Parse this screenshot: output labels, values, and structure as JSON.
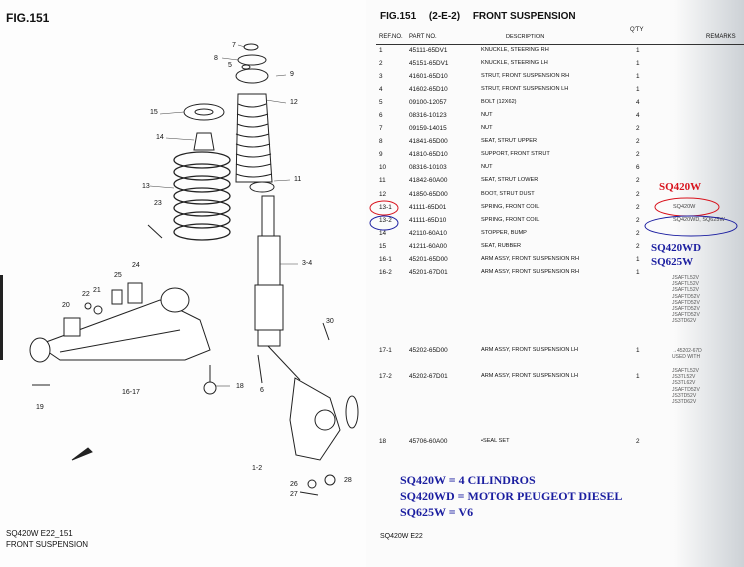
{
  "left_page": {
    "fig_title": "FIG.151",
    "footer_line1": "SQ420W E22_151",
    "footer_line2": "FRONT SUSPENSION",
    "callouts": [
      "7",
      "8",
      "9",
      "5",
      "12",
      "15",
      "14",
      "11",
      "13",
      "23",
      "3-4",
      "24",
      "25",
      "22",
      "21",
      "20",
      "30",
      "16-17",
      "18",
      "6",
      "19",
      "1-2",
      "26",
      "27",
      "28"
    ]
  },
  "right_page": {
    "header": {
      "fig": "FIG.151",
      "code": "(2-E-2)",
      "title": "FRONT SUSPENSION"
    },
    "columns": {
      "ref": "REF.NO.",
      "part": "PART NO.",
      "desc": "DESCRIPTION",
      "qty": "Q'TY",
      "remarks": "REMARKS"
    },
    "rows": [
      {
        "ref": "1",
        "part": "45111-65DV1",
        "desc": "KNUCKLE, STEERING RH",
        "qty": "1",
        "rem": ""
      },
      {
        "ref": "2",
        "part": "45151-65DV1",
        "desc": "KNUCKLE, STEERING LH",
        "qty": "1",
        "rem": ""
      },
      {
        "ref": "3",
        "part": "41601-65D10",
        "desc": "STRUT, FRONT SUSPENSION RH",
        "qty": "1",
        "rem": ""
      },
      {
        "ref": "4",
        "part": "41602-65D10",
        "desc": "STRUT, FRONT SUSPENSION LH",
        "qty": "1",
        "rem": ""
      },
      {
        "ref": "5",
        "part": "09100-12057",
        "desc": "BOLT (12X62)",
        "qty": "4",
        "rem": ""
      },
      {
        "ref": "6",
        "part": "08316-10123",
        "desc": "NUT",
        "qty": "4",
        "rem": ""
      },
      {
        "ref": "7",
        "part": "09159-14015",
        "desc": "NUT",
        "qty": "2",
        "rem": ""
      },
      {
        "ref": "8",
        "part": "41841-65D00",
        "desc": "SEAT, STRUT UPPER",
        "qty": "2",
        "rem": ""
      },
      {
        "ref": "9",
        "part": "41810-65D10",
        "desc": "SUPPORT, FRONT STRUT",
        "qty": "2",
        "rem": ""
      },
      {
        "ref": "10",
        "part": "08316-10103",
        "desc": "NUT",
        "qty": "6",
        "rem": ""
      },
      {
        "ref": "11",
        "part": "41842-60A00",
        "desc": "SEAT, STRUT LOWER",
        "qty": "2",
        "rem": ""
      },
      {
        "ref": "12",
        "part": "41850-65D00",
        "desc": "BOOT, STRUT DUST",
        "qty": "2",
        "rem": ""
      },
      {
        "ref": "13-1",
        "part": "41111-65D01",
        "desc": "SPRING, FRONT COIL",
        "qty": "2",
        "rem": "SQ420W"
      },
      {
        "ref": "13-2",
        "part": "41111-65D10",
        "desc": "SPRING, FRONT COIL",
        "qty": "2",
        "rem": "SQ420WD, SQ625W"
      },
      {
        "ref": "14",
        "part": "42110-60A10",
        "desc": "STOPPER, BUMP",
        "qty": "2",
        "rem": ""
      },
      {
        "ref": "15",
        "part": "41211-60A00",
        "desc": "SEAT, RUBBER",
        "qty": "2",
        "rem": ""
      },
      {
        "ref": "16-1",
        "part": "45201-65D00",
        "desc": "ARM ASSY, FRONT SUSPENSION RH",
        "qty": "1",
        "rem": ""
      },
      {
        "ref": "16-2",
        "part": "45201-67D01",
        "desc": "ARM ASSY, FRONT SUSPENSION RH",
        "qty": "1",
        "rem": ""
      },
      {
        "ref": "",
        "part": "",
        "desc": "",
        "qty": "",
        "rem": ""
      },
      {
        "ref": "",
        "part": "",
        "desc": "",
        "qty": "",
        "rem": ""
      },
      {
        "ref": "",
        "part": "",
        "desc": "",
        "qty": "",
        "rem": ""
      },
      {
        "ref": "",
        "part": "",
        "desc": "",
        "qty": "",
        "rem": ""
      },
      {
        "ref": "",
        "part": "",
        "desc": "",
        "qty": "",
        "rem": ""
      },
      {
        "ref": "17-1",
        "part": "45202-65D00",
        "desc": "ARM ASSY, FRONT SUSPENSION LH",
        "qty": "1",
        "rem": ""
      },
      {
        "ref": "",
        "part": "",
        "desc": "",
        "qty": "",
        "rem": ""
      },
      {
        "ref": "17-2",
        "part": "45202-67D01",
        "desc": "ARM ASSY, FRONT SUSPENSION LH",
        "qty": "1",
        "rem": ""
      },
      {
        "ref": "",
        "part": "",
        "desc": "",
        "qty": "",
        "rem": ""
      },
      {
        "ref": "",
        "part": "",
        "desc": "",
        "qty": "",
        "rem": ""
      },
      {
        "ref": "",
        "part": "",
        "desc": "",
        "qty": "",
        "rem": ""
      },
      {
        "ref": "",
        "part": "",
        "desc": "",
        "qty": "",
        "rem": ""
      },
      {
        "ref": "18",
        "part": "45706-60A00",
        "desc": "•SEAL SET",
        "qty": "2",
        "rem": ""
      }
    ],
    "remarks_block_1": "JSAFTL52V\nJSAFTL52V\nJSAFTL52V\nJSAFTD52V\nJSAFTD52V\nJSAFTD52V\nJSAFTD52V\nJS3TD62V",
    "remarks_block_2": "→45202-67D\nUSED WITH",
    "remarks_block_3": "JSAFTL52V\nJS3TL52V\nJS3TL62V\nJSAFTD52V\nJS3TD52V\nJS3TD62V",
    "footer": "SQ420W E22"
  },
  "annotations": {
    "red_label": "SQ420W",
    "blue_label_1": "SQ420WD",
    "blue_label_2": "SQ625W",
    "legend_1": "SQ420W = 4 CILINDROS",
    "legend_2": "SQ420WD = MOTOR PEUGEOT DIESEL",
    "legend_3": "SQ625W = V6",
    "red_color": "#d8121c",
    "blue_color": "#1b1ea0"
  }
}
